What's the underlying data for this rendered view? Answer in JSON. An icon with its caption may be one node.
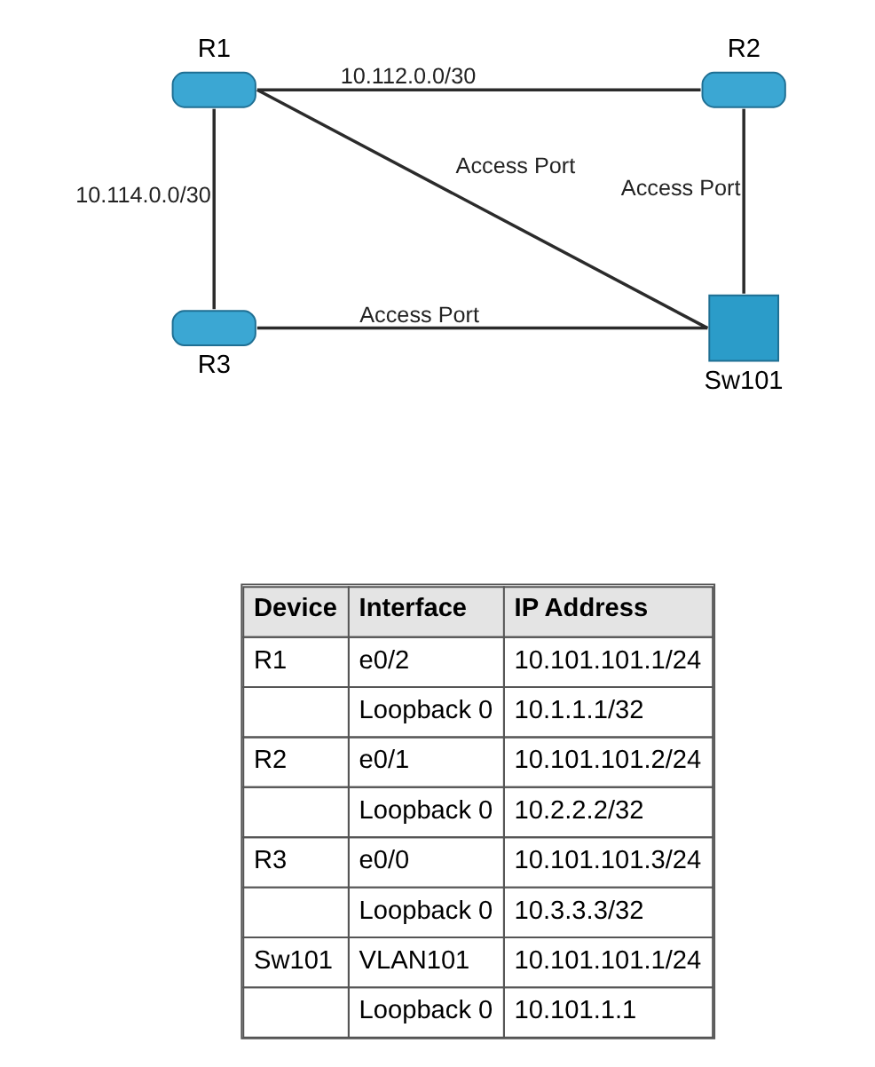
{
  "diagram": {
    "nodes": [
      {
        "text": [
          "R1"
        ]
      },
      {
        "text": [
          "R2"
        ]
      },
      {
        "text": [
          "R3"
        ]
      },
      {
        "text": [
          "Sw101"
        ]
      }
    ],
    "edges": [
      {
        "from": 0,
        "to": 1,
        "arrow": "none",
        "label": "10.112.0.0/30"
      },
      {
        "from": 0,
        "to": 2,
        "arrow": "none",
        "label": "10.114.0.0/30"
      },
      {
        "from": 0,
        "to": 3,
        "arrow": "none",
        "label": "Access Port"
      },
      {
        "from": 1,
        "to": 3,
        "arrow": "none",
        "label": "Access Port"
      },
      {
        "from": 2,
        "to": 3,
        "arrow": "none",
        "label": "Access Port"
      }
    ],
    "labels": [
      "Device",
      "Interface",
      "IP Address",
      "R1",
      "e0/2",
      "10.101.101.1/24",
      "Loopback 0",
      "10.1.1.1/32",
      "R2",
      "e0/1",
      "10.101.101.2/24",
      "Loopback 0",
      "10.2.2.2/32",
      "R3",
      "e0/0",
      "10.101.101.3/24",
      "Loopback 0",
      "10.3.3.3/32",
      "Sw101",
      "VLAN101",
      "10.101.101.1/24",
      "Loopback 0",
      "10.101.1.1"
    ]
  }
}
